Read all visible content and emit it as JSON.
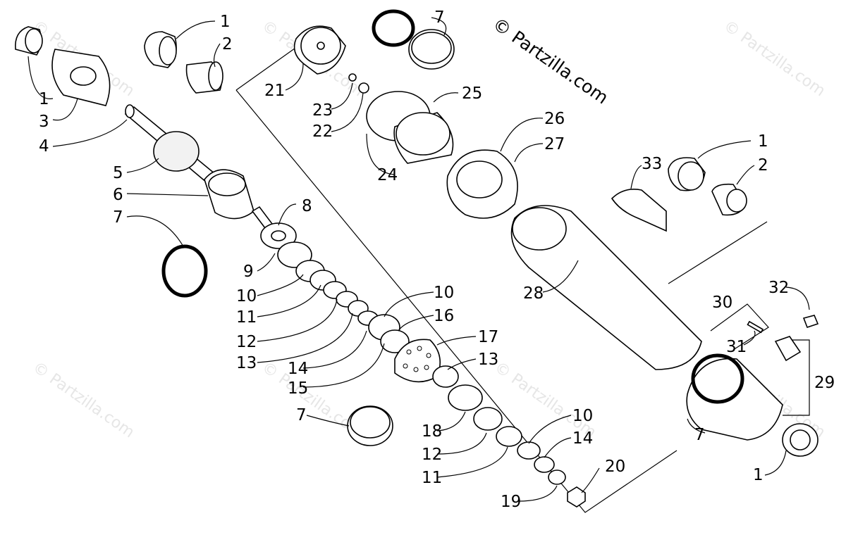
{
  "watermark": "© Partzilla.com",
  "brand": "© Partzilla.com",
  "callouts": [
    {
      "id": "c1a",
      "text": "1"
    },
    {
      "id": "c2a",
      "text": "2"
    },
    {
      "id": "c1b",
      "text": "1"
    },
    {
      "id": "c3",
      "text": "3"
    },
    {
      "id": "c4",
      "text": "4"
    },
    {
      "id": "c5",
      "text": "5"
    },
    {
      "id": "c6",
      "text": "6"
    },
    {
      "id": "c7a",
      "text": "7"
    },
    {
      "id": "c8",
      "text": "8"
    },
    {
      "id": "c9",
      "text": "9"
    },
    {
      "id": "c10a",
      "text": "10"
    },
    {
      "id": "c11a",
      "text": "11"
    },
    {
      "id": "c12a",
      "text": "12"
    },
    {
      "id": "c13a",
      "text": "13"
    },
    {
      "id": "c14a",
      "text": "14"
    },
    {
      "id": "c15",
      "text": "15"
    },
    {
      "id": "c7b",
      "text": "7"
    },
    {
      "id": "c21",
      "text": "21"
    },
    {
      "id": "c23",
      "text": "23"
    },
    {
      "id": "c22",
      "text": "22"
    },
    {
      "id": "c7c",
      "text": "7"
    },
    {
      "id": "c25",
      "text": "25"
    },
    {
      "id": "c26",
      "text": "26"
    },
    {
      "id": "c27",
      "text": "27"
    },
    {
      "id": "c24",
      "text": "24"
    },
    {
      "id": "c33",
      "text": "33"
    },
    {
      "id": "c1c",
      "text": "1"
    },
    {
      "id": "c2b",
      "text": "2"
    },
    {
      "id": "c28",
      "text": "28"
    },
    {
      "id": "c10b",
      "text": "10"
    },
    {
      "id": "c16",
      "text": "16"
    },
    {
      "id": "c17",
      "text": "17"
    },
    {
      "id": "c13b",
      "text": "13"
    },
    {
      "id": "c18",
      "text": "18"
    },
    {
      "id": "c12b",
      "text": "12"
    },
    {
      "id": "c11b",
      "text": "11"
    },
    {
      "id": "c10c",
      "text": "10"
    },
    {
      "id": "c14b",
      "text": "14"
    },
    {
      "id": "c20",
      "text": "20"
    },
    {
      "id": "c19",
      "text": "19"
    },
    {
      "id": "c32",
      "text": "32"
    },
    {
      "id": "c30",
      "text": "30"
    },
    {
      "id": "c31",
      "text": "31"
    },
    {
      "id": "c29",
      "text": "29"
    },
    {
      "id": "c7d",
      "text": "7"
    },
    {
      "id": "c1d",
      "text": "1"
    }
  ]
}
